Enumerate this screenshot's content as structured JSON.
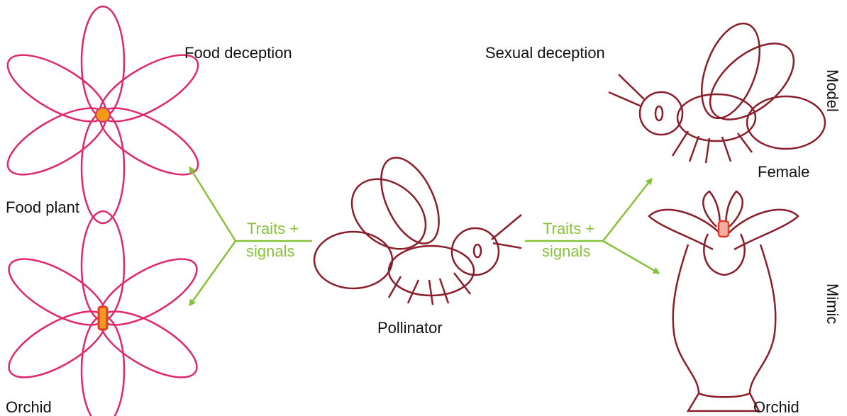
{
  "labels": {
    "food_deception": "Food deception",
    "food_plant": "Food plant",
    "orchid_left": "Orchid",
    "traits_left_line1": "Traits +",
    "traits_left_line2": "signals",
    "pollinator": "Pollinator",
    "sexual_deception": "Sexual deception",
    "traits_right_line1": "Traits +",
    "traits_right_line2": "signals",
    "female": "Female",
    "orchid_right": "Orchid",
    "model": "Model",
    "mimic": "Mimic"
  },
  "colors": {
    "flower_petal": "#e0286e",
    "flower_center": "#f29a1a",
    "orchid_center": "#e43a2a",
    "insect": "#8b1e2b",
    "arrow": "#88c23a",
    "text": "#111111"
  },
  "icons": {
    "food_plant": "six-petal-flower",
    "orchid_left": "six-petal-flower",
    "pollinator": "fly",
    "female": "fly",
    "orchid_right": "orchid-flower"
  }
}
